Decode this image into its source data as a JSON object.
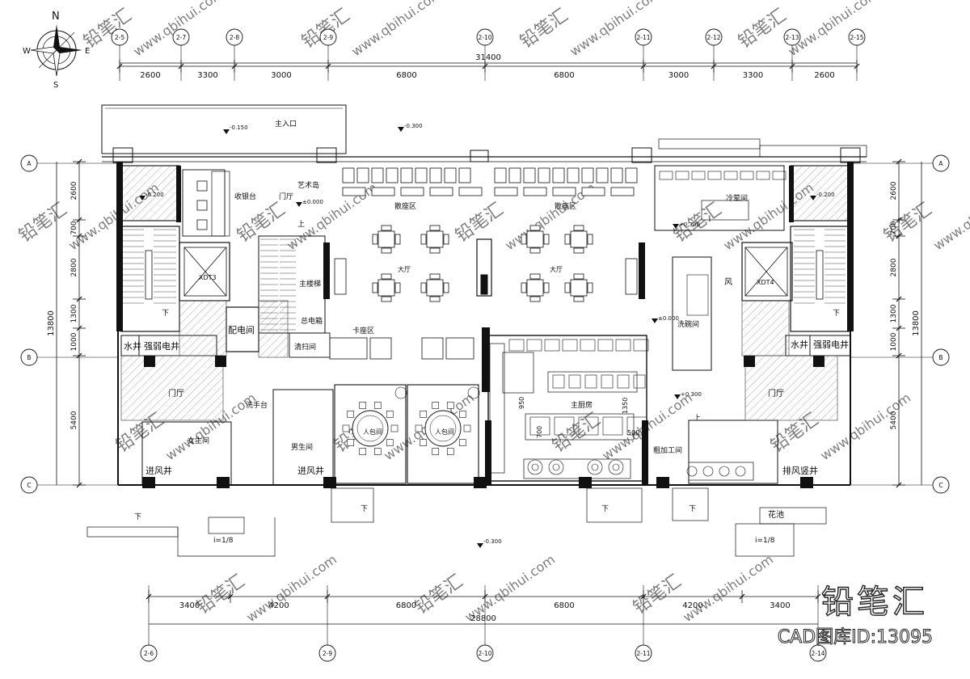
{
  "compass": {
    "n": "N",
    "s": "S",
    "e": "E",
    "w": "W"
  },
  "top_axes": [
    "2-5",
    "2-7",
    "2-8",
    "2-9",
    "2-10",
    "2-11",
    "2-12",
    "2-13",
    "2-15"
  ],
  "top_dims": [
    "2600",
    "3300",
    "3000",
    "6800",
    "6800",
    "3000",
    "3300",
    "2600"
  ],
  "top_total": "31400",
  "bottom_axes": [
    "2-6",
    "2-9",
    "2-10",
    "2-11",
    "2-14"
  ],
  "bottom_dims": [
    "3400",
    "4200",
    "6800",
    "6800",
    "4200",
    "3400"
  ],
  "bottom_total": "28800",
  "row_axes": [
    "A",
    "B",
    "C"
  ],
  "side_dims": [
    "2600",
    "700",
    "2800",
    "1300",
    "1000",
    "5400"
  ],
  "side_total": "13800",
  "elevations": {
    "ext_top": "-0.150",
    "ext_right": "-0.300",
    "ext_bottom": "-0.300",
    "wc_left": "-0.200",
    "wc_right": "-0.200",
    "hall": "±0.000",
    "kitchen1": "±0.000",
    "kitchen2": "+0.300",
    "kitchen3": "+0.300"
  },
  "rooms": {
    "main_entrance": "主入口",
    "cashier": "收银台",
    "foyer": "门厅",
    "art_island": "艺术岛",
    "dining_left": "散座区",
    "dining_right": "散座区",
    "hall_left": "大厅",
    "hall_right": "大厅",
    "main_stair": "主楼梯",
    "booth": "卡座区",
    "main_elec": "总电箱",
    "cleaning": "清扫间",
    "elec_room": "配电间",
    "water_l": "水井",
    "elec_l": "强弱电井",
    "water_r": "水井",
    "elec_r": "强弱电井",
    "lobby_l": "门厅",
    "lobby_r": "门厅",
    "wash": "洗手台",
    "female": "女生间",
    "male": "男生间",
    "air_in_1": "进风井",
    "air_in_2": "进风井",
    "vip1": "人包间",
    "vip2": "人包间",
    "main_kitchen": "主厨房",
    "cold_room": "冷荤间",
    "washing": "洗碗间",
    "rough": "粗加工间",
    "exhaust": "排风竖井",
    "planter": "花池",
    "lift_l": "XDT3",
    "lift_r": "XDT4",
    "shaft": "风"
  },
  "labels": {
    "up": "上",
    "down": "下",
    "slope_l": "i=1/8",
    "slope_r": "i=1/8",
    "k_dim1": "950",
    "k_dim2": "700",
    "k_dim3": "1350",
    "k_dim4": "500"
  },
  "watermark": {
    "brand": "铅笔汇",
    "id_line": "CAD图库ID:13095",
    "url": "www.qbihui.com",
    "mark": "铅笔汇"
  }
}
